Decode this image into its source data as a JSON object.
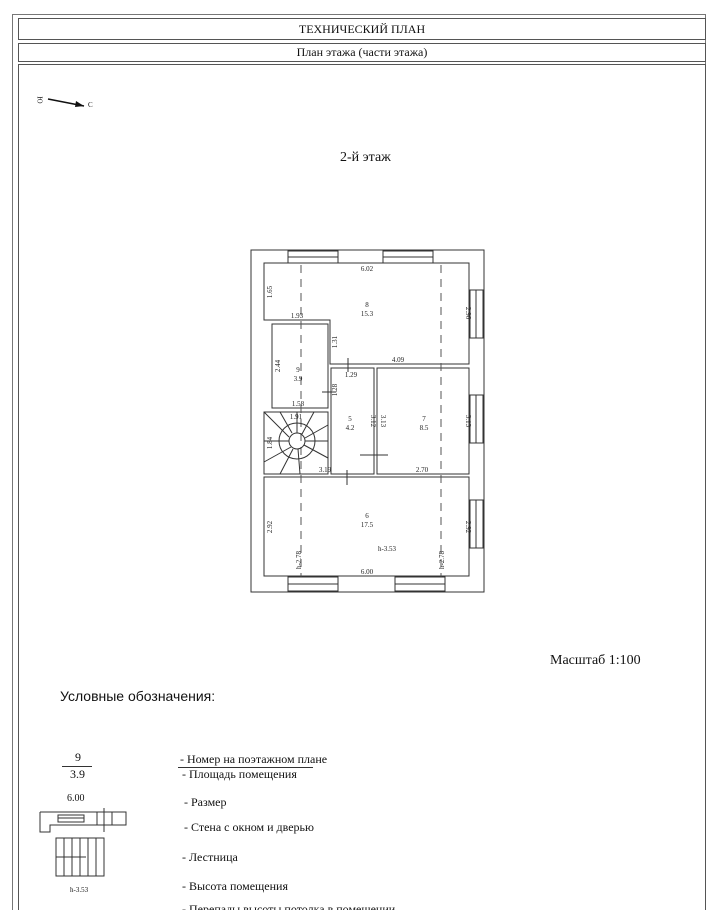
{
  "header": {
    "title": "ТЕХНИЧЕСКИЙ ПЛАН",
    "subtitle": "План этажа (части этажа)"
  },
  "compass": {
    "south": "Ю",
    "north": "С"
  },
  "floor_label": "2-й этаж",
  "scale": "Масштаб 1:100",
  "plan": {
    "rooms": [
      {
        "num": "8",
        "area": "15.3"
      },
      {
        "num": "9",
        "area": "3.9"
      },
      {
        "num": "5",
        "area": "4.2"
      },
      {
        "num": "7",
        "area": "8.5"
      },
      {
        "num": "6",
        "area": "17.5"
      }
    ],
    "dims": [
      "6.02",
      "1.65",
      "1.93",
      "2.96",
      "1.31",
      "4.09",
      "2.44",
      "1.29",
      "1.58",
      "1.28",
      "3.12",
      "3.13",
      "3.13",
      "1.91",
      "1.84",
      "3.19",
      "2.70",
      "2.92",
      "2.92",
      "6.00",
      "h-2.78",
      "h-2.78"
    ],
    "height": "h-3.53"
  },
  "legend": {
    "title": "Условные обозначения:",
    "sample_num": "9",
    "sample_area": "3.9",
    "sample_dim": "6.00",
    "sample_height": "h-3.53",
    "items": [
      "- Номер на поэтажном плане",
      "- Площадь помещения",
      "- Размер",
      "- Стена с окном и дверью",
      "- Лестница",
      "- Высота помещения",
      "- Перепады высоты потолка в помещении"
    ]
  }
}
